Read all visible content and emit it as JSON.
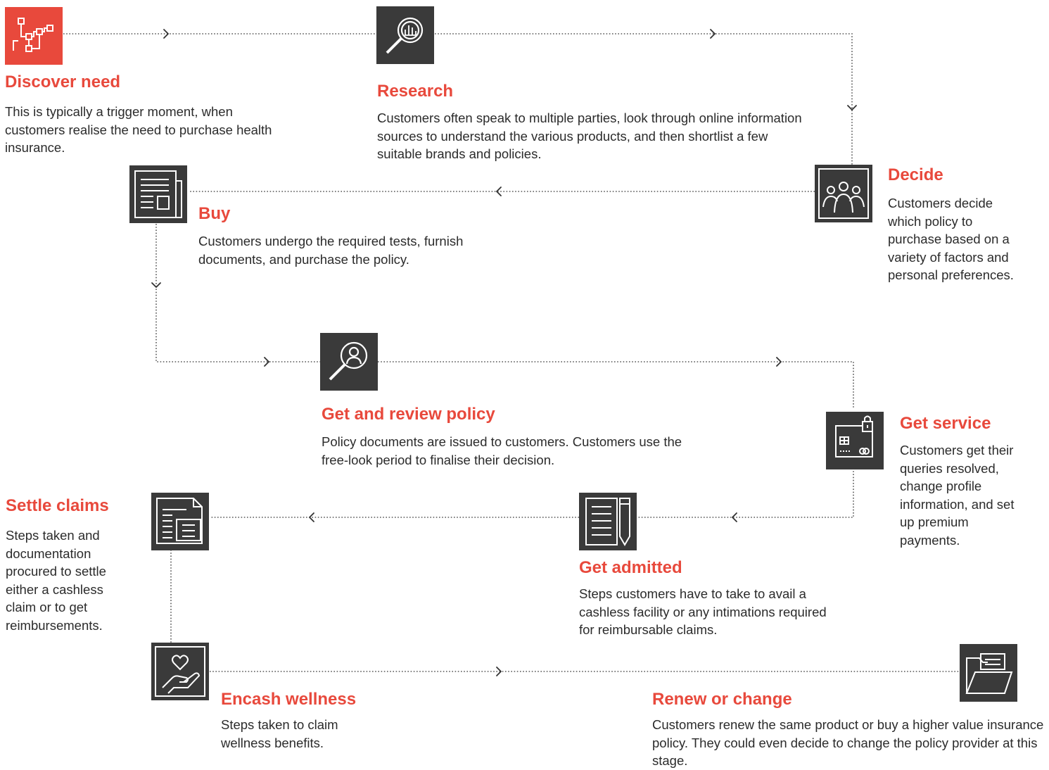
{
  "colors": {
    "accent": "#e8493c",
    "icon_background": "#3a3a3a",
    "icon_glyph": "#ffffff",
    "connector": "#555555",
    "text": "#2b2b2b"
  },
  "stages": {
    "discover_need": {
      "title": "Discover need",
      "description": "This is typically a trigger moment, when customers realise the need to purchase health insurance.",
      "icon": "flowchart-icon"
    },
    "research": {
      "title": "Research",
      "description": "Customers often speak to multiple parties, look through online information sources to understand the various products, and then shortlist a few suitable brands and policies.",
      "icon": "magnifier-chart-icon"
    },
    "decide": {
      "title": "Decide",
      "description": "Customers decide which policy to purchase based on a variety of factors and personal preferences.",
      "icon": "people-group-icon"
    },
    "buy": {
      "title": "Buy",
      "description": "Customers undergo the required tests, furnish documents, and purchase the policy.",
      "icon": "newspaper-icon"
    },
    "get_review_policy": {
      "title": "Get and review policy",
      "description": "Policy documents are issued to customers. Customers use the free-look period to finalise their decision.",
      "icon": "magnifier-person-icon"
    },
    "get_service": {
      "title": "Get service",
      "description": "Customers get their queries resolved, change profile information, and set up premium payments.",
      "icon": "card-lock-icon"
    },
    "get_admitted": {
      "title": "Get admitted",
      "description": "Steps customers have to take to avail a cashless facility or any intimations required for reimbursable claims.",
      "icon": "notepad-pen-icon"
    },
    "settle_claims": {
      "title": "Settle claims",
      "description": "Steps taken and documentation procured to settle either a cashless claim or to get reimbursements.",
      "icon": "documents-icon"
    },
    "encash_wellness": {
      "title": "Encash wellness",
      "description": "Steps taken to claim wellness benefits.",
      "icon": "heart-hand-icon"
    },
    "renew_or_change": {
      "title": "Renew or change",
      "description": "Customers renew the same product or buy a higher value insurance policy. They could even decide to change the policy provider at this stage.",
      "icon": "folder-icon"
    }
  }
}
